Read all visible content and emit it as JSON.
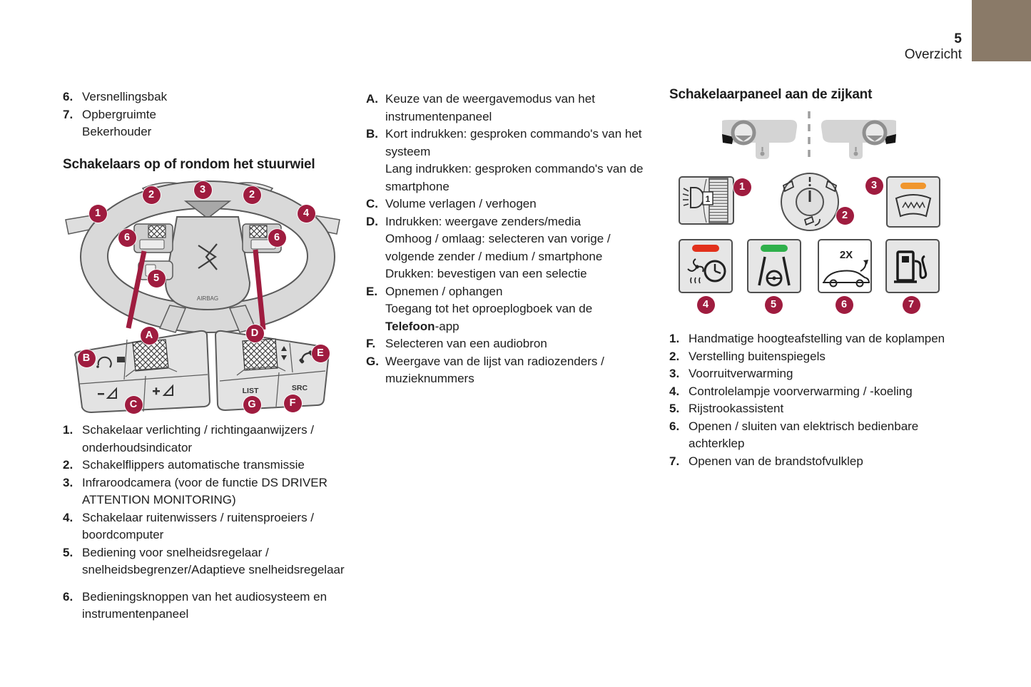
{
  "page": {
    "number": "5",
    "section": "Overzicht"
  },
  "colors": {
    "accent": "#9f1c3f",
    "corner_tab": "#8a7a68",
    "text": "#1d1d1d",
    "led_orange": "#f0962e",
    "led_red": "#e2311c",
    "led_green": "#2fb04b"
  },
  "col1": {
    "top_items": [
      {
        "num": "6.",
        "lines": [
          "Versnellingsbak"
        ]
      },
      {
        "num": "7.",
        "lines": [
          "Opbergruimte",
          "Bekerhouder"
        ]
      }
    ],
    "heading": "Schakelaars op of rondom het stuurwiel",
    "wheel_diagram": {
      "airbag": "AIRBAG",
      "list_button": "LIST",
      "src_button": "SRC",
      "callouts": {
        "n1": "1",
        "n2_left": "2",
        "n3": "3",
        "n2_right": "2",
        "n4": "4",
        "n6_left": "6",
        "n6_right": "6",
        "n5": "5",
        "a": "A",
        "b": "B",
        "c": "C",
        "d": "D",
        "e": "E",
        "f": "F",
        "g": "G"
      }
    },
    "numbered_list": [
      {
        "num": "1.",
        "lines": [
          "Schakelaar verlichting / richtingaanwijzers /",
          "onderhoudsindicator"
        ]
      },
      {
        "num": "2.",
        "lines": [
          "Schakelflippers automatische transmissie"
        ]
      },
      {
        "num": "3.",
        "lines": [
          "Infraroodcamera (voor de functie DS DRIVER",
          "ATTENTION MONITORING)"
        ]
      },
      {
        "num": "4.",
        "lines": [
          "Schakelaar ruitenwissers / ruitensproeiers /",
          "boordcomputer"
        ]
      },
      {
        "num": "5.",
        "lines": [
          "Bediening voor snelheidsregelaar /",
          "snelheidsbegrenzer/Adaptieve snelheidsregelaar"
        ]
      },
      {
        "num": "6.",
        "lines": [
          "Bedieningsknoppen van het audiosysteem en",
          "instrumentenpaneel"
        ]
      }
    ]
  },
  "col2": {
    "items": [
      {
        "letter": "A.",
        "lines": [
          "Keuze van de weergavemodus van het",
          "instrumentenpaneel"
        ]
      },
      {
        "letter": "B.",
        "lines": [
          "Kort indrukken: gesproken commando's van het",
          "systeem",
          "Lang indrukken: gesproken commando's van de",
          "smartphone"
        ]
      },
      {
        "letter": "C.",
        "lines": [
          "Volume verlagen / verhogen"
        ]
      },
      {
        "letter": "D.",
        "lines": [
          "Indrukken: weergave zenders/media",
          "Omhoog / omlaag: selecteren van vorige /",
          "volgende zender / medium / smartphone",
          "Drukken: bevestigen van een selectie"
        ]
      },
      {
        "letter": "E.",
        "lines": [
          "Opnemen / ophangen",
          "Toegang tot het oproeplogboek van de"
        ],
        "bold_word": "Telefoon",
        "bold_suffix": "-app"
      },
      {
        "letter": "F.",
        "lines": [
          "Selecteren van een audiobron"
        ]
      },
      {
        "letter": "G.",
        "lines": [
          "Weergave van de lijst van radiozenders /",
          "muzieknummers"
        ]
      }
    ]
  },
  "col3": {
    "heading": "Schakelaarpaneel aan de zijkant",
    "panel_diagram": {
      "thumbwheel_label": "1",
      "tailgate_label": "2X",
      "callouts": {
        "c1": "1",
        "c2": "2",
        "c3": "3",
        "c4": "4",
        "c5": "5",
        "c6": "6",
        "c7": "7"
      }
    },
    "numbered_list": [
      {
        "num": "1.",
        "lines": [
          "Handmatige hoogteafstelling van de koplampen"
        ]
      },
      {
        "num": "2.",
        "lines": [
          "Verstelling buitenspiegels"
        ]
      },
      {
        "num": "3.",
        "lines": [
          "Voorruitverwarming"
        ]
      },
      {
        "num": "4.",
        "lines": [
          "Controlelampje voorverwarming / -koeling"
        ]
      },
      {
        "num": "5.",
        "lines": [
          "Rijstrookassistent"
        ]
      },
      {
        "num": "6.",
        "lines": [
          "Openen / sluiten van elektrisch bedienbare",
          "achterklep"
        ]
      },
      {
        "num": "7.",
        "lines": [
          "Openen van de brandstofvulklep"
        ]
      }
    ]
  }
}
